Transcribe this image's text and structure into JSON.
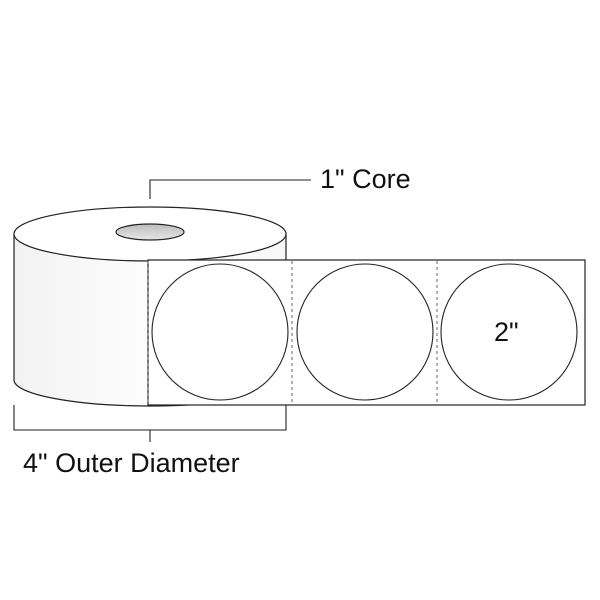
{
  "labels": {
    "core": "1\" Core",
    "outer_diameter": "4\" Outer Diameter",
    "label_size": "2\""
  },
  "label_count": 3,
  "colors": {
    "stroke": "#222222",
    "roll_face": "#ffffff",
    "core_hole": "#d9d9d9",
    "divider": "#666666"
  }
}
